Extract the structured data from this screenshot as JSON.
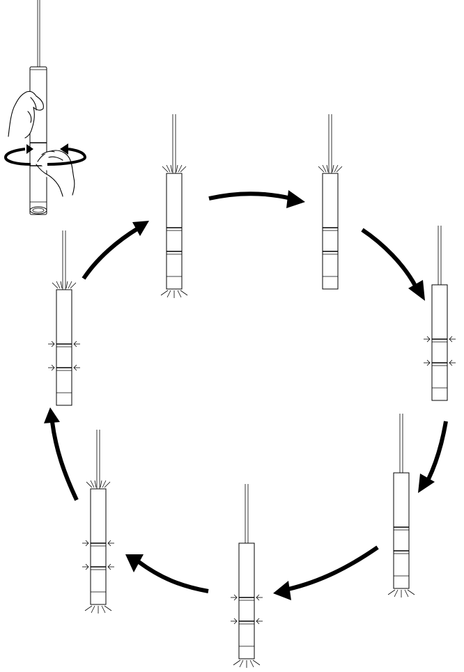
{
  "diagram": {
    "description_visible_text": "",
    "steps": [
      {
        "id": "step-1",
        "lower_light": true,
        "upper_light": false,
        "squeeze_arrows": false
      },
      {
        "id": "step-2",
        "lower_light": false,
        "upper_light": true,
        "squeeze_arrows": false
      },
      {
        "id": "step-3",
        "lower_light": false,
        "upper_light": false,
        "squeeze_arrows": true
      },
      {
        "id": "step-4",
        "lower_light": true,
        "upper_light": false,
        "squeeze_arrows": false
      },
      {
        "id": "step-5",
        "lower_light": true,
        "upper_light": false,
        "squeeze_arrows": true
      },
      {
        "id": "step-6",
        "lower_light": true,
        "upper_light": true,
        "squeeze_arrows": true
      },
      {
        "id": "step-7",
        "lower_light": false,
        "upper_light": true,
        "squeeze_arrows": true
      },
      {
        "id": "step-8",
        "lower_light": true,
        "upper_light": true,
        "squeeze_arrows": false
      }
    ],
    "colors": {
      "line": "#000000",
      "background": "#ffffff"
    }
  }
}
